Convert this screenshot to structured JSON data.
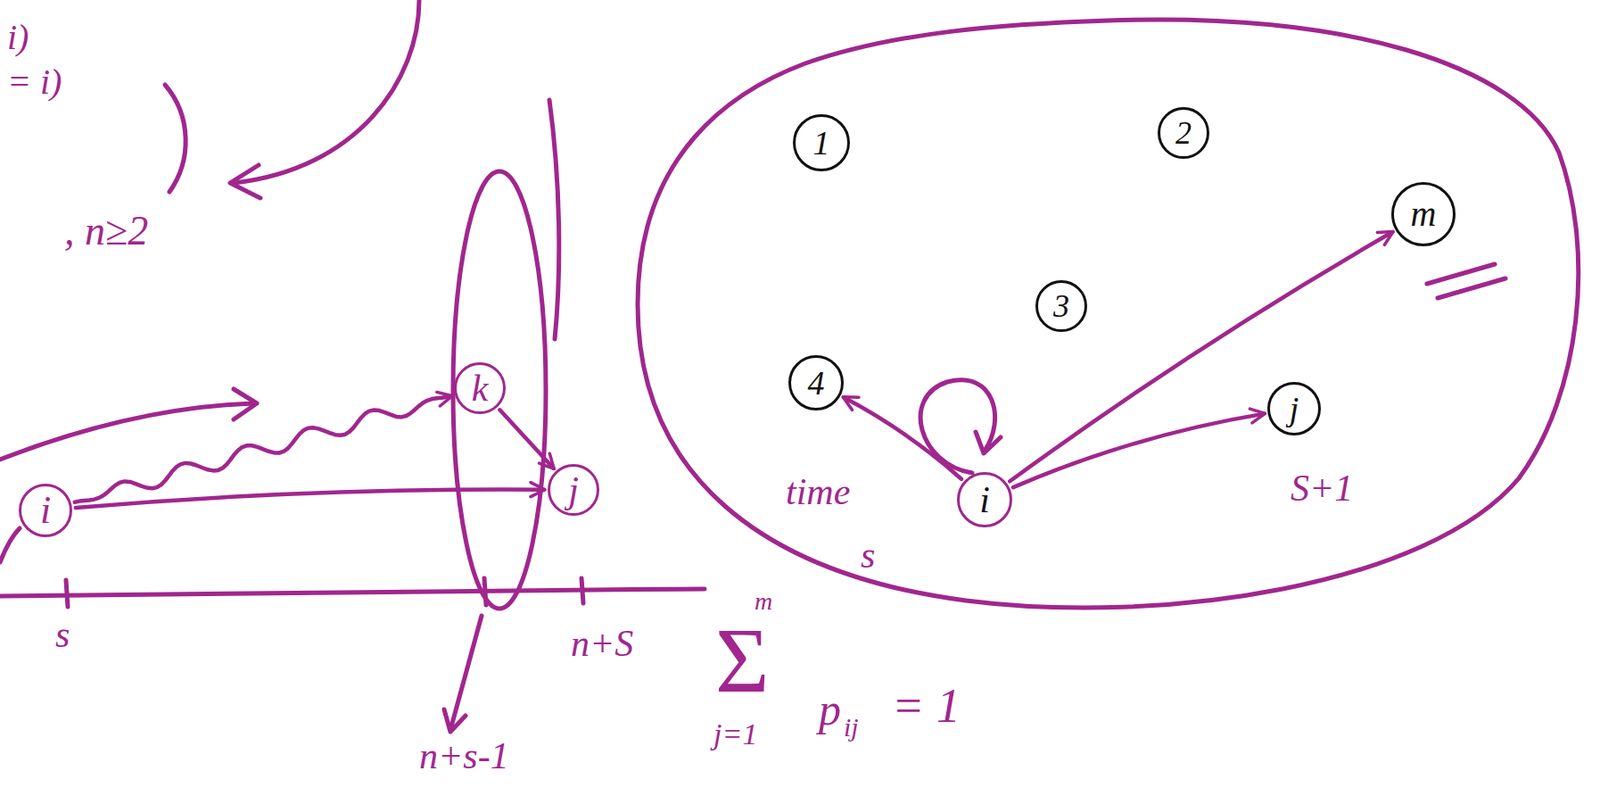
{
  "diagram": {
    "nodes": [
      {
        "text": [
          "i"
        ]
      },
      {
        "text": [
          "k"
        ]
      },
      {
        "text": [
          "j"
        ]
      },
      {
        "text": [
          "time",
          "s",
          "S+1"
        ]
      },
      {
        "text": [
          "1"
        ],
        "in": 3
      },
      {
        "text": [
          "2"
        ],
        "in": 3
      },
      {
        "text": [
          "m"
        ],
        "in": 3
      },
      {
        "text": [
          "3"
        ],
        "in": 3
      },
      {
        "text": [
          "4"
        ],
        "in": 3
      },
      {
        "text": [
          "j"
        ],
        "in": 3
      },
      {
        "text": [
          "i"
        ],
        "in": 3
      }
    ],
    "edges": [
      {
        "from": 0,
        "to": 1,
        "arrow": "to"
      },
      {
        "from": 1,
        "to": 2,
        "arrow": "to"
      },
      {
        "from": 0,
        "to": 2,
        "arrow": "to"
      },
      {
        "from": 10,
        "to": 8,
        "arrow": "to"
      },
      {
        "from": 10,
        "to": 6,
        "arrow": "to"
      },
      {
        "from": 10,
        "to": 9,
        "arrow": "to"
      }
    ],
    "labels": [
      "i)",
      "= i)",
      ", n≥2",
      "s",
      "n+s-1",
      "n+S",
      "m",
      "Σ",
      "j=1",
      "p",
      "ij",
      "= 1"
    ]
  }
}
